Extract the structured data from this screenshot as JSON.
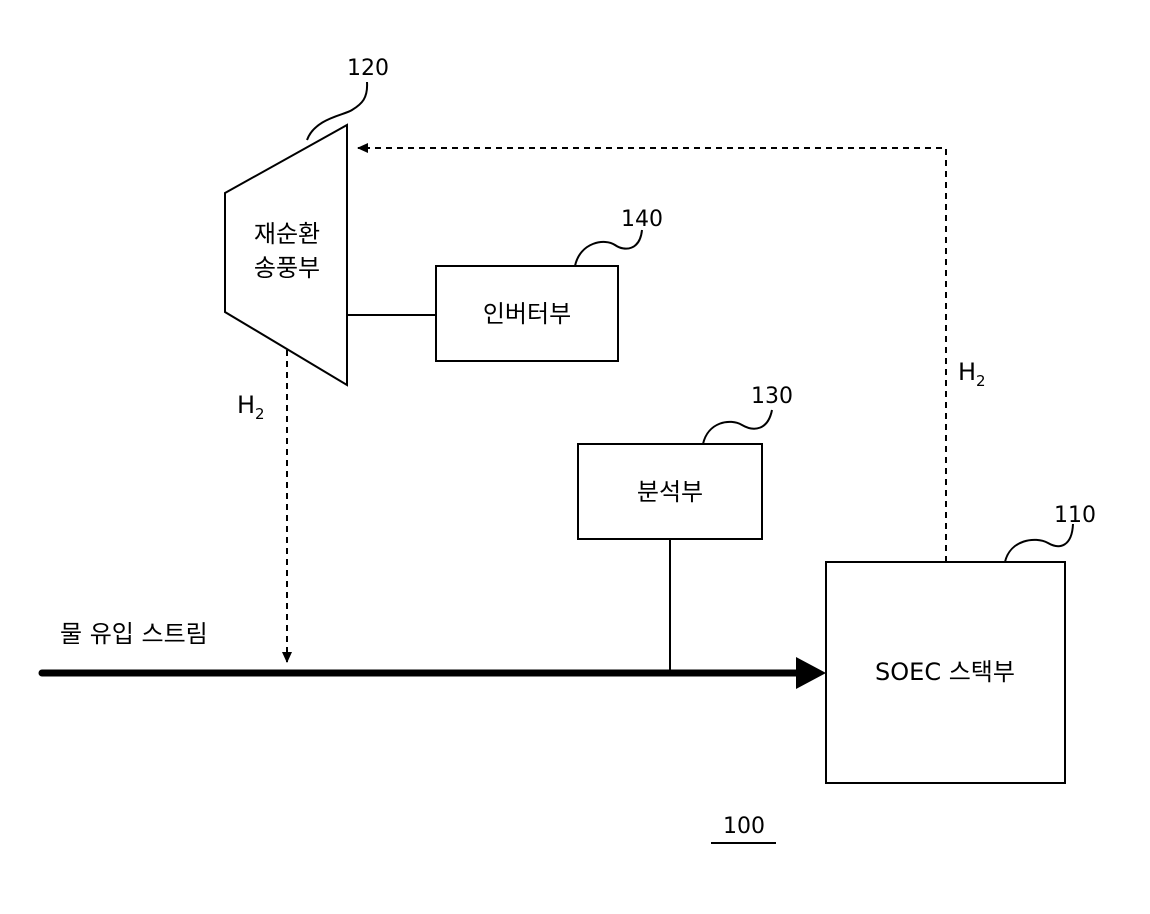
{
  "blower": {
    "ref": "120",
    "label_line1": "재순환",
    "label_line2": "송풍부"
  },
  "inverter": {
    "ref": "140",
    "label": "인버터부"
  },
  "analyzer": {
    "ref": "130",
    "label": "분석부"
  },
  "stack": {
    "ref": "110",
    "label": "SOEC 스택부"
  },
  "stream": {
    "label": "물 유입 스트림"
  },
  "h2_left": {
    "main": "H",
    "sub": "2"
  },
  "h2_right": {
    "main": "H",
    "sub": "2"
  },
  "system": {
    "ref": "100"
  }
}
